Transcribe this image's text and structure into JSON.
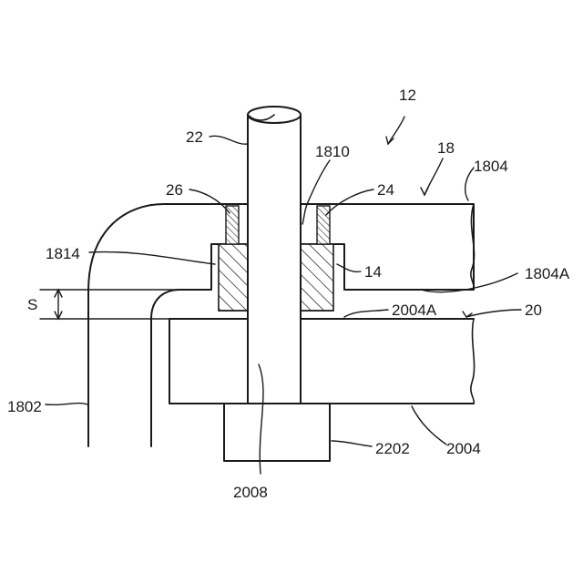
{
  "figure": {
    "labels": {
      "assembly": "12",
      "shaft": "22",
      "seal_left": "26",
      "seal_right": "24",
      "bore": "1810",
      "upper_part": "18",
      "upper_plate": "1804",
      "elbow_edge": "1814",
      "bushing": "14",
      "upper_surface": "1804A",
      "gap": "S",
      "lower_surface": "2004A",
      "lower_part": "20",
      "pipe": "1802",
      "shaft_hole": "2008",
      "collar": "2202",
      "lower_plate": "2004"
    }
  }
}
